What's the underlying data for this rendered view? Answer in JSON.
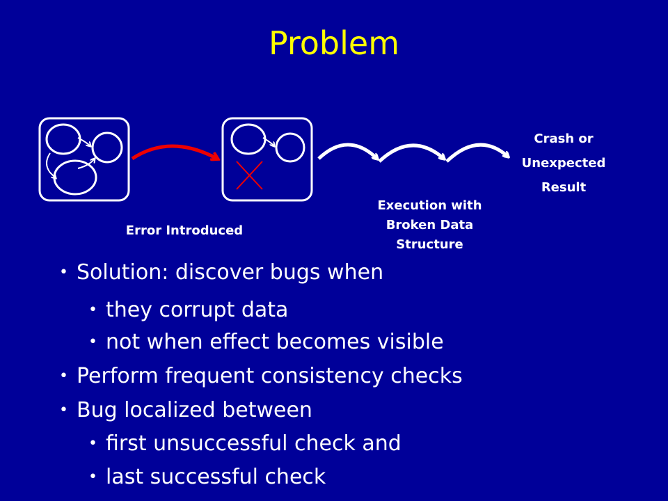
{
  "slide": {
    "title": "Problem"
  },
  "diagram": {
    "label_error": "Error Introduced",
    "label_execution": "Execution with Broken Data Structure",
    "label_result": "Crash or Unexpected Result",
    "colors": {
      "background": "#000099",
      "title": "#ffff00",
      "error_arrow": "#ee0000",
      "stroke": "#ffffff"
    }
  },
  "bullets": [
    {
      "level": 1,
      "text": "Solution: discover bugs when"
    },
    {
      "level": 2,
      "text": "they corrupt data"
    },
    {
      "level": 2,
      "text": "not when effect becomes visible"
    },
    {
      "level": 1,
      "text": "Perform frequent consistency checks"
    },
    {
      "level": 1,
      "text": "Bug localized between"
    },
    {
      "level": 2,
      "text": "first unsuccessful check and"
    },
    {
      "level": 2,
      "text": "last successful check"
    }
  ]
}
